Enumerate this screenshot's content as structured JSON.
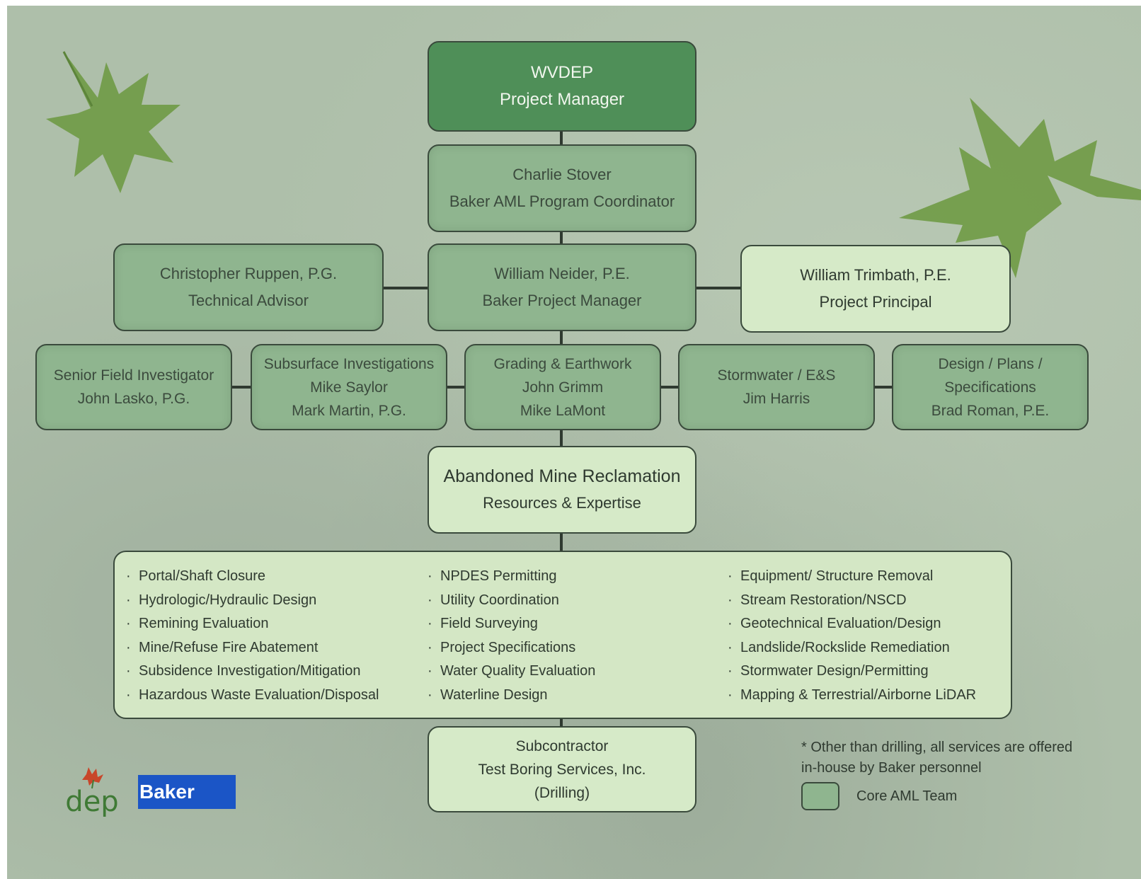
{
  "nodes": {
    "wvdep": {
      "line1": "WVDEP",
      "line2": "Project Manager"
    },
    "coordinator": {
      "line1": "Charlie Stover",
      "line2": "Baker AML Program Coordinator"
    },
    "technical_advisor": {
      "line1": "Christopher Ruppen, P.G.",
      "line2": "Technical Advisor"
    },
    "project_manager": {
      "line1": "William Neider, P.E.",
      "line2": "Baker Project Manager"
    },
    "project_principal": {
      "line1": "William Trimbath, P.E.",
      "line2": "Project Principal"
    },
    "senior_field": {
      "line1": "Senior Field Investigator",
      "line2": "John Lasko, P.G."
    },
    "subsurface": {
      "line1": "Subsurface Investigations",
      "line2": "Mike Saylor",
      "line3": "Mark Martin, P.G."
    },
    "grading": {
      "line1": "Grading & Earthwork",
      "line2": "John Grimm",
      "line3": "Mike LaMont"
    },
    "stormwater": {
      "line1": "Stormwater / E&S",
      "line2": "Jim Harris"
    },
    "design": {
      "line1": "Design / Plans /",
      "line2": "Specifications",
      "line3": "Brad Roman, P.E."
    },
    "aml": {
      "line1": "Abandoned Mine Reclamation",
      "line2": "Resources & Expertise"
    },
    "subcontractor": {
      "line1": "Subcontractor",
      "line2": "Test Boring Services, Inc.",
      "line3": "(Drilling)"
    }
  },
  "services": {
    "bullet": "·",
    "col1": [
      "Portal/Shaft Closure",
      "Hydrologic/Hydraulic Design",
      "Remining Evaluation",
      "Mine/Refuse Fire Abatement",
      "Subsidence Investigation/Mitigation",
      "Hazardous Waste Evaluation/Disposal"
    ],
    "col2": [
      "NPDES Permitting",
      "Utility Coordination",
      "Field Surveying",
      "Project Specifications",
      "Water Quality Evaluation",
      "Waterline Design"
    ],
    "col3": [
      "Equipment/ Structure Removal",
      "Stream Restoration/NSCD",
      "Geotechnical Evaluation/Design",
      "Landslide/Rockslide Remediation",
      "Stormwater Design/Permitting",
      "Mapping & Terrestrial/Airborne LiDAR"
    ]
  },
  "footnote": {
    "line1": "* Other than drilling, all services are offered",
    "line2": "in-house by Baker personnel"
  },
  "legend": {
    "label": "Core AML Team",
    "color": "#8fb58f"
  },
  "logos": {
    "dep": "dep",
    "baker": "Baker"
  },
  "colors": {
    "core": "#8fb58f",
    "light": "#d6eac8",
    "dark": "#4f8f58",
    "background": "#aebfaa",
    "baker_blue": "#1b55c6",
    "leaf": "#6f9a45"
  }
}
